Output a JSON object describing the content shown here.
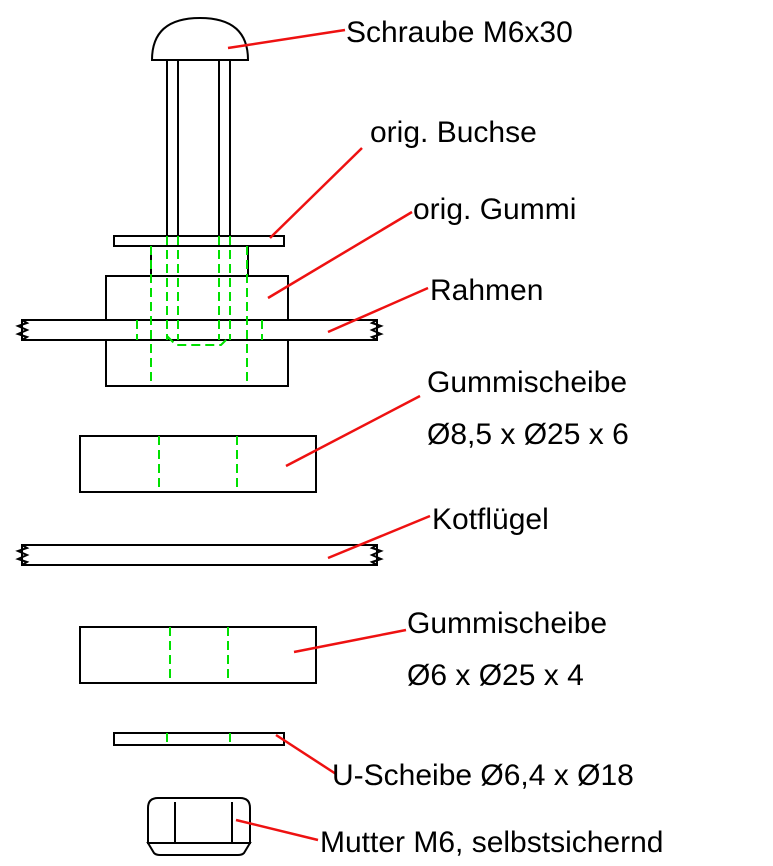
{
  "labels": {
    "screw": "Schraube M6x30",
    "bushing": "orig. Buchse",
    "rubber": "orig. Gummi",
    "frame": "Rahmen",
    "rubber_disc_1": "Gummischeibe",
    "rubber_disc_1_size": "Ø8,5 x Ø25 x 6",
    "fender": "Kotflügel",
    "rubber_disc_2": "Gummischeibe",
    "rubber_disc_2_size": "Ø6 x Ø25 x 4",
    "washer": "U-Scheibe Ø6,4 x Ø18",
    "nut": "Mutter M6, selbstsichernd"
  },
  "colors": {
    "outline": "#000000",
    "hidden_edges": "#00e000",
    "leader_lines": "#ee1111",
    "background": "#ffffff"
  }
}
